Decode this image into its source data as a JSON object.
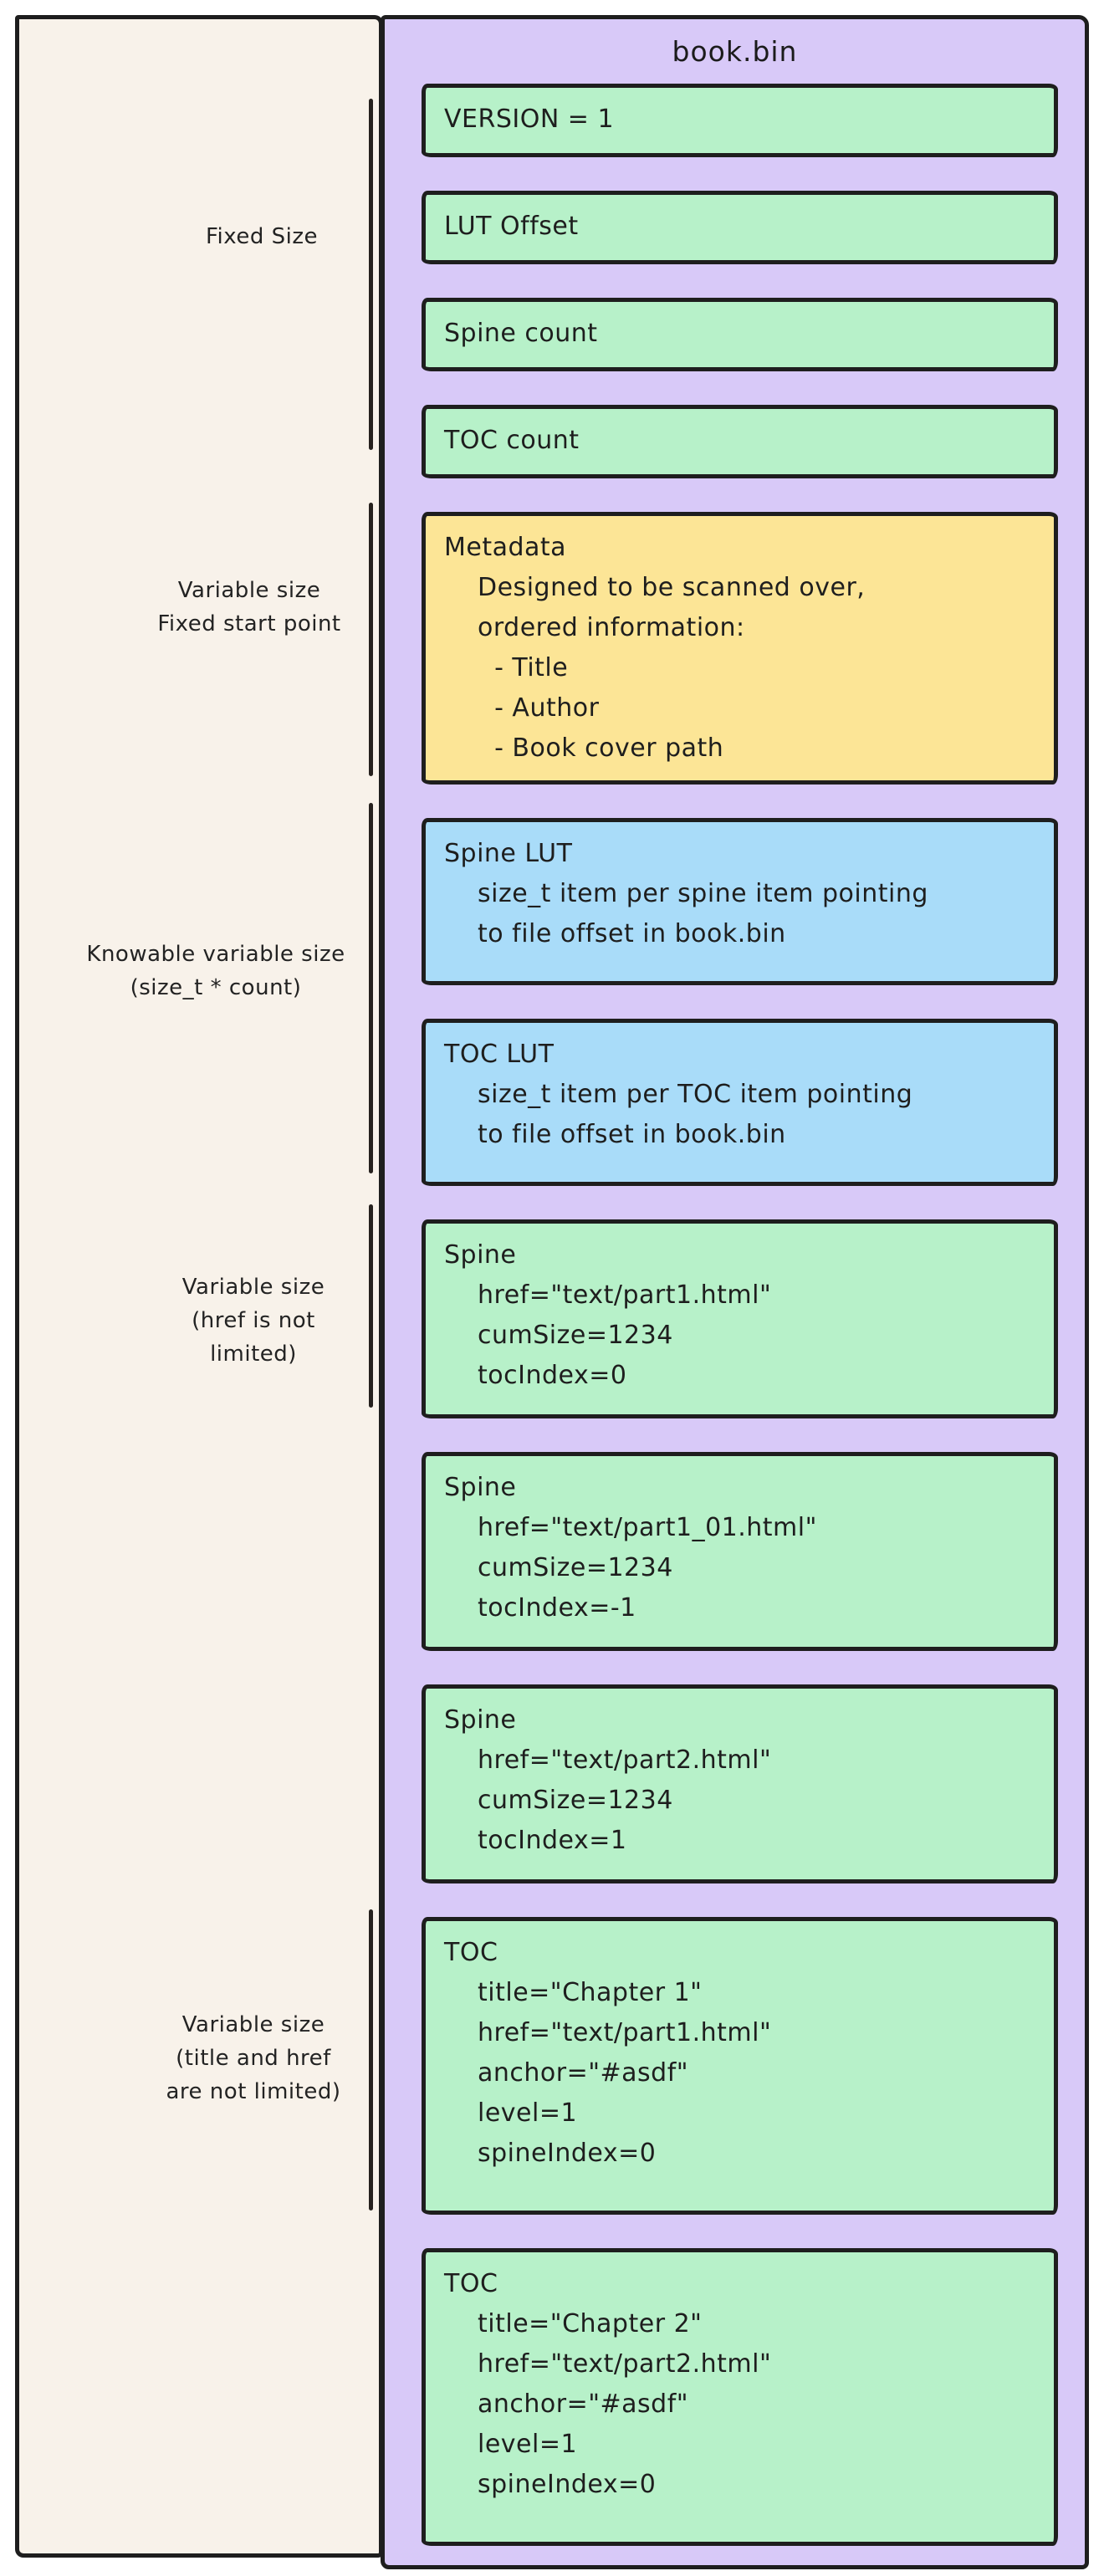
{
  "container": {
    "title": "book.bin"
  },
  "left_labels": [
    {
      "name": "label-fixed-size",
      "text": "Fixed Size"
    },
    {
      "name": "label-variable-size-fixed-start",
      "text": "Variable size\nFixed start point"
    },
    {
      "name": "label-knowable-variable-size",
      "text": "Knowable variable size\n(size_t * count)"
    },
    {
      "name": "label-variable-size-href",
      "text": "Variable size\n(href is not\nlimited)"
    },
    {
      "name": "label-variable-size-title-href",
      "text": "Variable size\n(title and href\nare not limited)"
    }
  ],
  "blocks": [
    {
      "name": "version-field",
      "kind": "field",
      "color": "green",
      "title": "VERSION = 1",
      "lines": []
    },
    {
      "name": "lut-offset-field",
      "kind": "field",
      "color": "green",
      "title": "LUT Offset",
      "lines": []
    },
    {
      "name": "spine-count-field",
      "kind": "field",
      "color": "green",
      "title": "Spine count",
      "lines": []
    },
    {
      "name": "toc-count-field",
      "kind": "field",
      "color": "green",
      "title": "TOC count",
      "lines": []
    },
    {
      "name": "metadata-block",
      "kind": "meta",
      "color": "yellow",
      "title": "Metadata",
      "lines": [
        "Designed to be scanned over,",
        "ordered information:",
        "  - Title",
        "  - Author",
        "  - Book cover path"
      ]
    },
    {
      "name": "spine-lut-block",
      "kind": "lut",
      "color": "blue",
      "title": "Spine LUT",
      "lines": [
        "size_t item per spine item pointing",
        "to file offset in book.bin"
      ]
    },
    {
      "name": "toc-lut-block",
      "kind": "lut",
      "color": "blue",
      "title": "TOC LUT",
      "lines": [
        "size_t item per TOC item pointing",
        "to file offset in book.bin"
      ]
    },
    {
      "name": "spine-entry-1",
      "kind": "spine",
      "color": "green",
      "title": "Spine",
      "lines": [
        "href=\"text/part1.html\"",
        "cumSize=1234",
        "tocIndex=0"
      ]
    },
    {
      "name": "spine-entry-2",
      "kind": "spine",
      "color": "green",
      "title": "Spine",
      "lines": [
        "href=\"text/part1_01.html\"",
        "cumSize=1234",
        "tocIndex=-1"
      ]
    },
    {
      "name": "spine-entry-3",
      "kind": "spine",
      "color": "green",
      "title": "Spine",
      "lines": [
        "href=\"text/part2.html\"",
        "cumSize=1234",
        "tocIndex=1"
      ]
    },
    {
      "name": "toc-entry-1",
      "kind": "toc",
      "color": "green",
      "title": "TOC",
      "lines": [
        "title=\"Chapter 1\"",
        "href=\"text/part1.html\"",
        "anchor=\"#asdf\"",
        "level=1",
        "spineIndex=0"
      ]
    },
    {
      "name": "toc-entry-2",
      "kind": "toc",
      "color": "green",
      "title": "TOC",
      "lines": [
        "title=\"Chapter 2\"",
        "href=\"text/part2.html\"",
        "anchor=\"#asdf\"",
        "level=1",
        "spineIndex=0"
      ]
    }
  ],
  "colors": {
    "purple": "#d8c9f8",
    "green": "#b7f1c9",
    "yellow": "#fce596",
    "blue": "#a9dcf9",
    "panel_bg": "#f8f2ea",
    "ink": "#1e1e1e"
  }
}
